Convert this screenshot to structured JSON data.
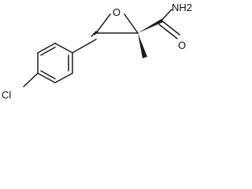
{
  "molecule": {
    "atoms": {
      "oxygen_epoxide": "O",
      "amide_nitrogen": "NH2",
      "amide_oxygen": "O",
      "chlorine": "Cl"
    },
    "colors": {
      "bond": "#1a1a1a",
      "text": "#111111",
      "background": "#ffffff"
    }
  }
}
